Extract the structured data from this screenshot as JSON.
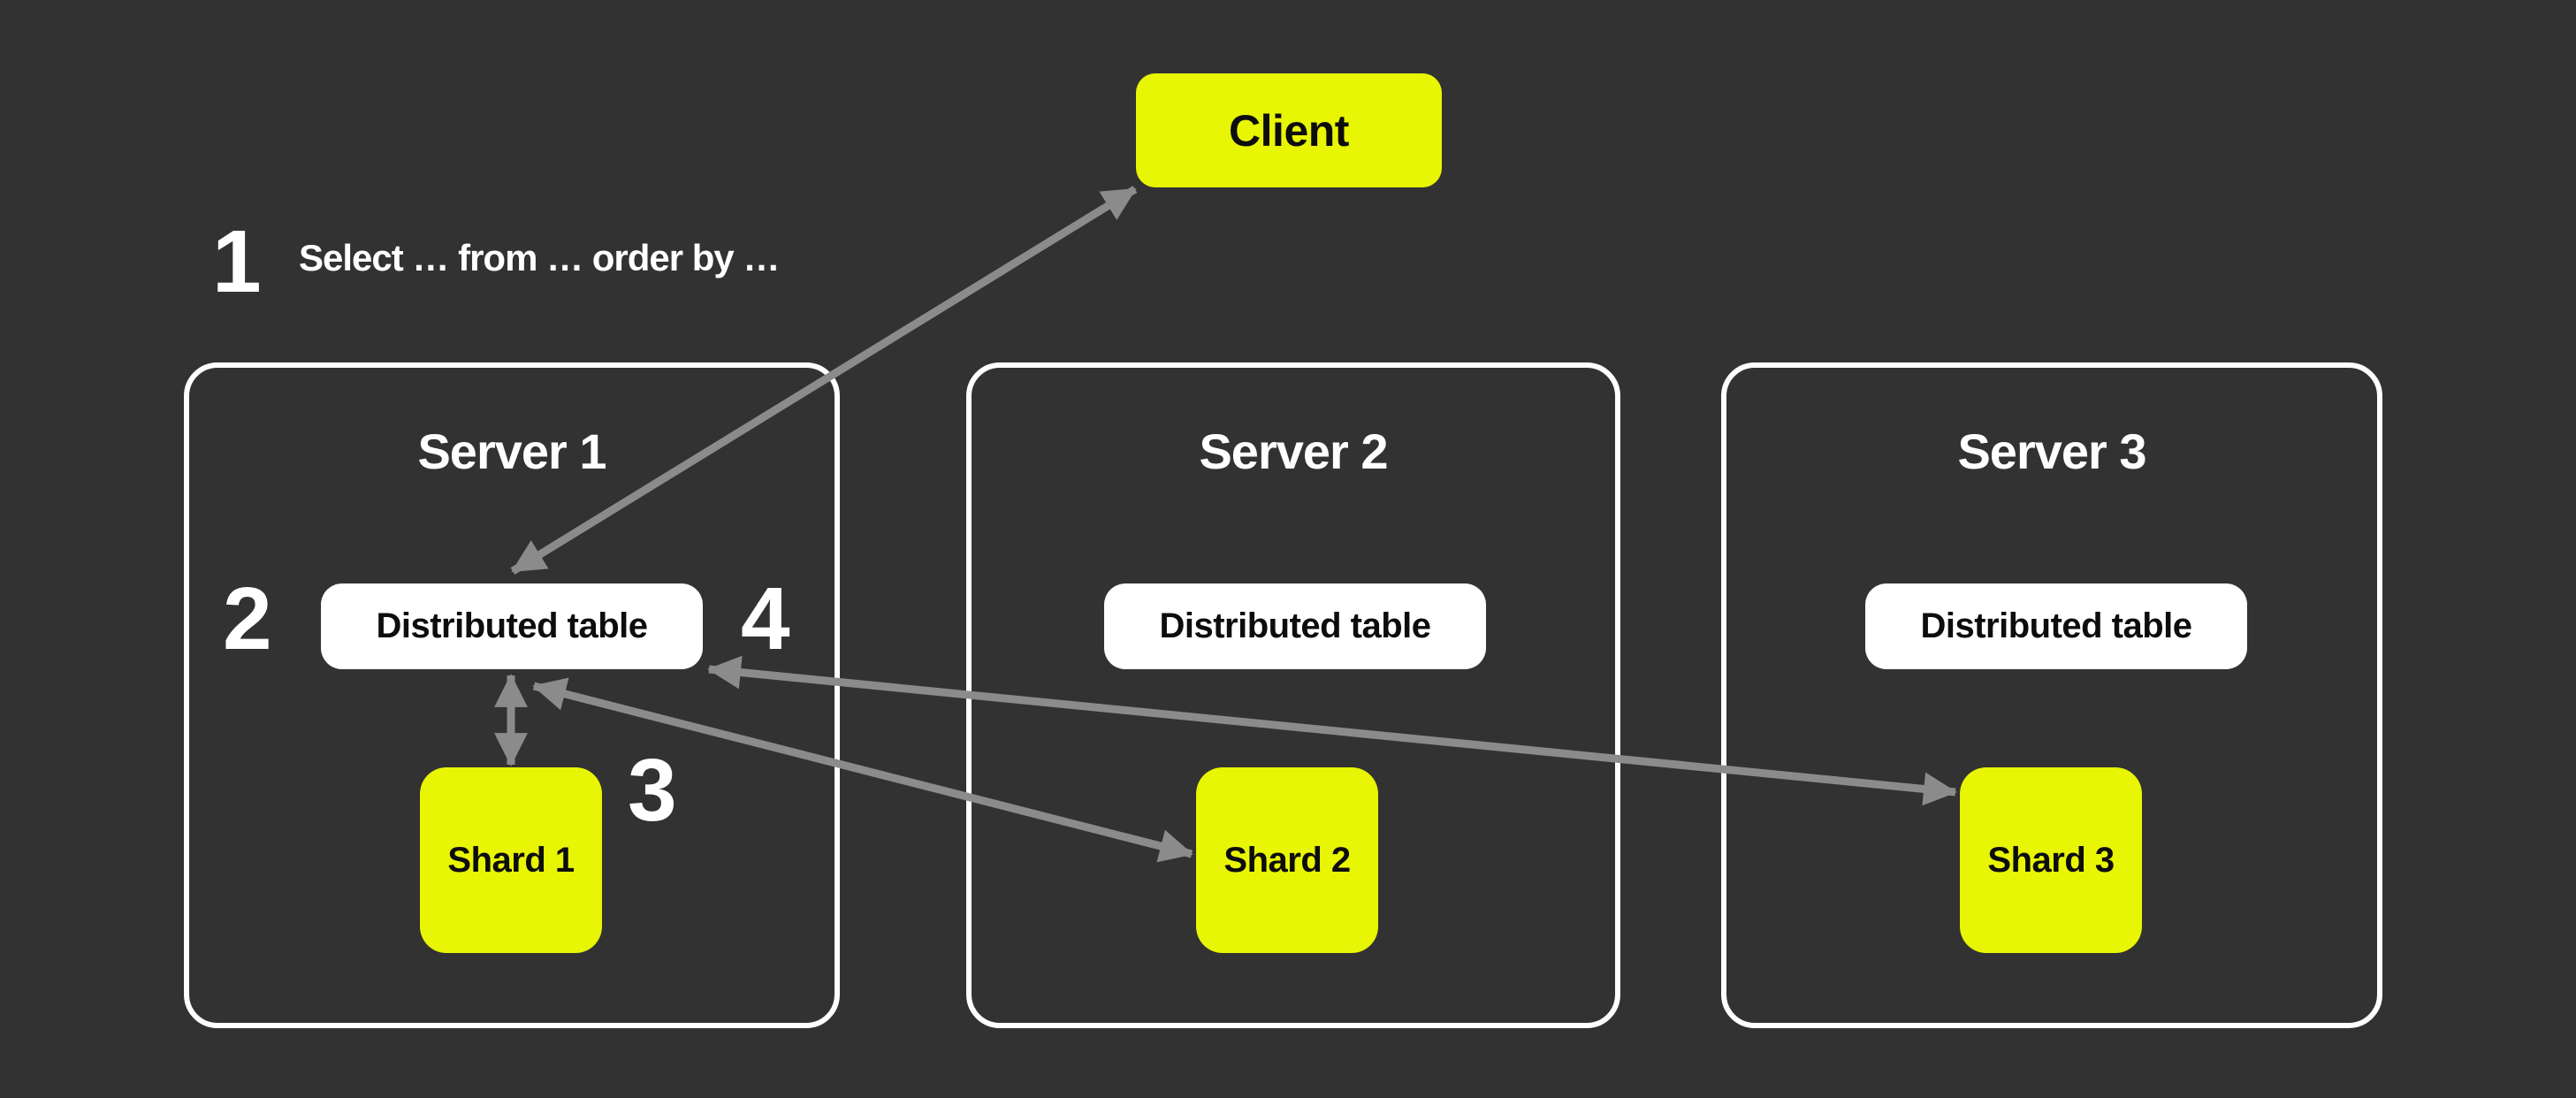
{
  "colors": {
    "background": "#323232",
    "accent_yellow": "#e8f505",
    "box_white": "#ffffff",
    "arrow_gray": "#8b8b8b",
    "text_light": "#ffffff",
    "text_dark": "#0d0d0d"
  },
  "client": {
    "label": "Client"
  },
  "annotation": {
    "step_number": "1",
    "query_text": "Select … from … order by …"
  },
  "step_markers": {
    "step_2": "2",
    "step_3": "3",
    "step_4": "4"
  },
  "servers": [
    {
      "title": "Server 1",
      "table_label": "Distributed table",
      "shard_label": "Shard 1"
    },
    {
      "title": "Server 2",
      "table_label": "Distributed table",
      "shard_label": "Shard 2"
    },
    {
      "title": "Server 3",
      "table_label": "Distributed table",
      "shard_label": "Shard 3"
    }
  ],
  "arrows": {
    "client_table1": "bidirectional arrow between Client and Distributed table on Server 1",
    "table1_shard1": "bidirectional arrow between Distributed table and Shard 1",
    "table1_shard2": "bidirectional arrow between Distributed table on Server 1 and Shard 2",
    "table1_shard3": "bidirectional arrow between Distributed table on Server 1 and Shard 3"
  }
}
